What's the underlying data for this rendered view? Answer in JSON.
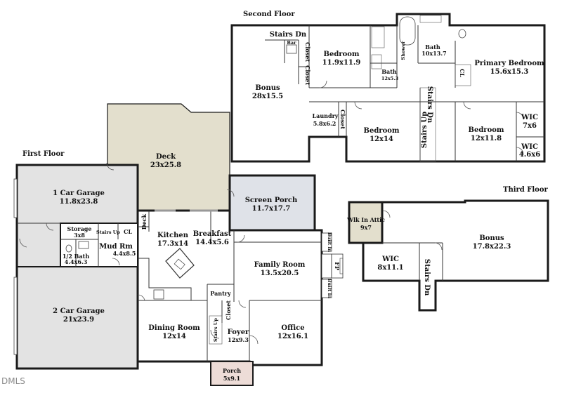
{
  "floors": {
    "first": {
      "title": "First Floor"
    },
    "second": {
      "title": "Second Floor"
    },
    "third": {
      "title": "Third Floor"
    }
  },
  "rooms": {
    "deck": {
      "name": "Deck",
      "dims": "23x25.8"
    },
    "screen_porch": {
      "name": "Screen Porch",
      "dims": "11.7x17.7"
    },
    "garage1": {
      "name": "1 Car Garage",
      "dims": "11.8x23.8"
    },
    "garage2": {
      "name": "2 Car Garage",
      "dims": "21x23.9"
    },
    "storage": {
      "name": "Storage",
      "dims": "3x8"
    },
    "stairs_up_ff": {
      "name": "Stairs Up"
    },
    "cl_ff": {
      "name": "CL"
    },
    "deck_label": {
      "name": "Deck"
    },
    "half_bath": {
      "name": "1/2 Bath",
      "dims": "4.4x6.3"
    },
    "mud_rm": {
      "name": "Mud Rm",
      "dims": "4.4x8.5"
    },
    "kitchen": {
      "name": "Kitchen",
      "dims": "17.3x14"
    },
    "breakfast": {
      "name": "Breakfast",
      "dims": "14.4x5.6"
    },
    "family_room": {
      "name": "Family Room",
      "dims": "13.5x20.5"
    },
    "built_in_top": {
      "name": "Built In"
    },
    "built_in_bottom": {
      "name": "Built In"
    },
    "fp": {
      "name": "FP"
    },
    "pantry": {
      "name": "Pantry"
    },
    "closet_ff": {
      "name": "Closet"
    },
    "stairs_up_foyer": {
      "name": "Stairs Up"
    },
    "dining_room": {
      "name": "Dining Room",
      "dims": "12x14"
    },
    "foyer": {
      "name": "Foyer",
      "dims": "12x9.3"
    },
    "office": {
      "name": "Office",
      "dims": "12x16.1"
    },
    "porch": {
      "name": "Porch",
      "dims": "5x9.1"
    },
    "stairs_dn_sf": {
      "name": "Stairs Dn"
    },
    "bar": {
      "name": "Bar"
    },
    "closet_sf_1": {
      "name": "Closet"
    },
    "closet_sf_2": {
      "name": "Closet"
    },
    "bonus_sf": {
      "name": "Bonus",
      "dims": "28x15.5"
    },
    "bedroom_1": {
      "name": "Bedroom",
      "dims": "11.9x11.9"
    },
    "bath_small": {
      "name": "Bath",
      "dims": "12x5.3"
    },
    "shower": {
      "name": "Shower"
    },
    "bath_primary": {
      "name": "Bath",
      "dims": "10x13.7"
    },
    "primary_bedroom": {
      "name": "Primary Bedroom",
      "dims": "15.6x15.3"
    },
    "cl_sf": {
      "name": "CL"
    },
    "laundry": {
      "name": "Laundry",
      "dims": "5.8x6.2"
    },
    "closet_laundry": {
      "name": "Closet"
    },
    "bedroom_2": {
      "name": "Bedroom",
      "dims": "12x14"
    },
    "stairs_up_sf": {
      "name": "Stairs Up"
    },
    "stairs_dn_sf2": {
      "name": "Stairs Dn"
    },
    "bedroom_3": {
      "name": "Bedroom",
      "dims": "12x11.8"
    },
    "wic_sf_1": {
      "name": "WIC",
      "dims": "7x6"
    },
    "wic_sf_2": {
      "name": "WIC",
      "dims": "4.6x6"
    },
    "walk_in_attic": {
      "name": "Wlk In Attic",
      "dims": "9x7"
    },
    "bonus_tf": {
      "name": "Bonus",
      "dims": "17.8x22.3"
    },
    "wic_tf": {
      "name": "WIC",
      "dims": "8x11.1"
    },
    "stairs_dn_tf": {
      "name": "Stairs Dn"
    }
  },
  "logo": {
    "text": "DMLS"
  },
  "colors": {
    "deck": "#e3dfcd",
    "screen_porch": "#dfe2e8",
    "garage": "#e3e3e3",
    "porch": "#eddcd7",
    "attic": "#e3dfcd",
    "wall": "#1a1a1a"
  }
}
